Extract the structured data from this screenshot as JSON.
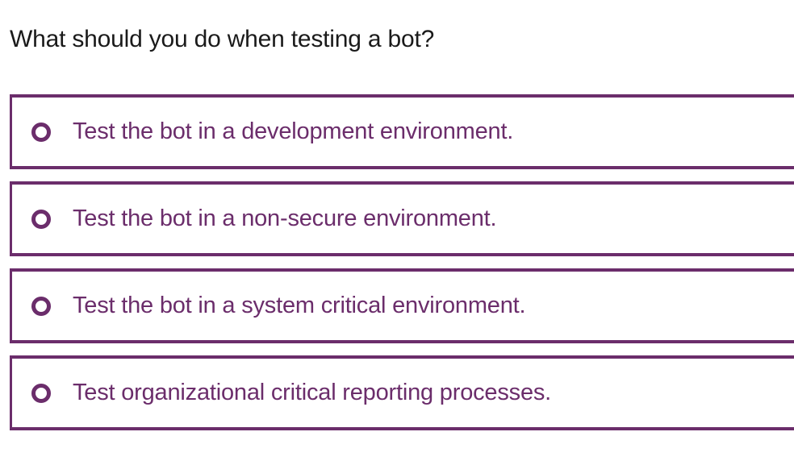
{
  "question": {
    "text": "What should you do when testing a bot?"
  },
  "options": [
    {
      "label": "Test the bot in a development environment."
    },
    {
      "label": "Test the bot in a non-secure environment."
    },
    {
      "label": "Test the bot in a system critical environment."
    },
    {
      "label": "Test organizational critical reporting processes."
    }
  ],
  "colors": {
    "accent": "#6b2d6b",
    "question_text": "#1a1a1a",
    "background": "#ffffff"
  }
}
